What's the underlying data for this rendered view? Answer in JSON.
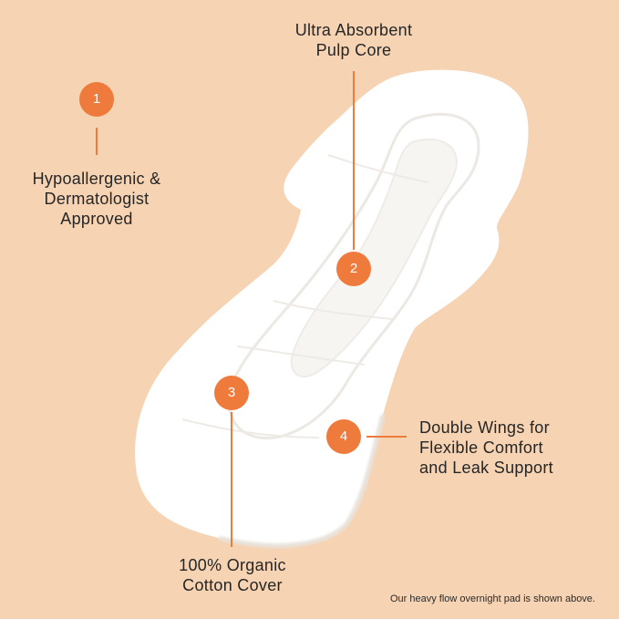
{
  "features": [
    {
      "number": "1",
      "line1": "Hypoallergenic &",
      "line2": "Dermatologist",
      "line3": "Approved"
    },
    {
      "number": "2",
      "line1": "Ultra Absorbent",
      "line2": "Pulp Core"
    },
    {
      "number": "3",
      "line1": "100% Organic",
      "line2": "Cotton Cover"
    },
    {
      "number": "4",
      "line1": "Double Wings for",
      "line2": "Flexible Comfort",
      "line3": "and Leak Support"
    }
  ],
  "footnote": "Our heavy flow overnight pad is shown above.",
  "colors": {
    "background": "#f6d3b3",
    "accent": "#ee7a3c",
    "pad": "#ffffff"
  }
}
